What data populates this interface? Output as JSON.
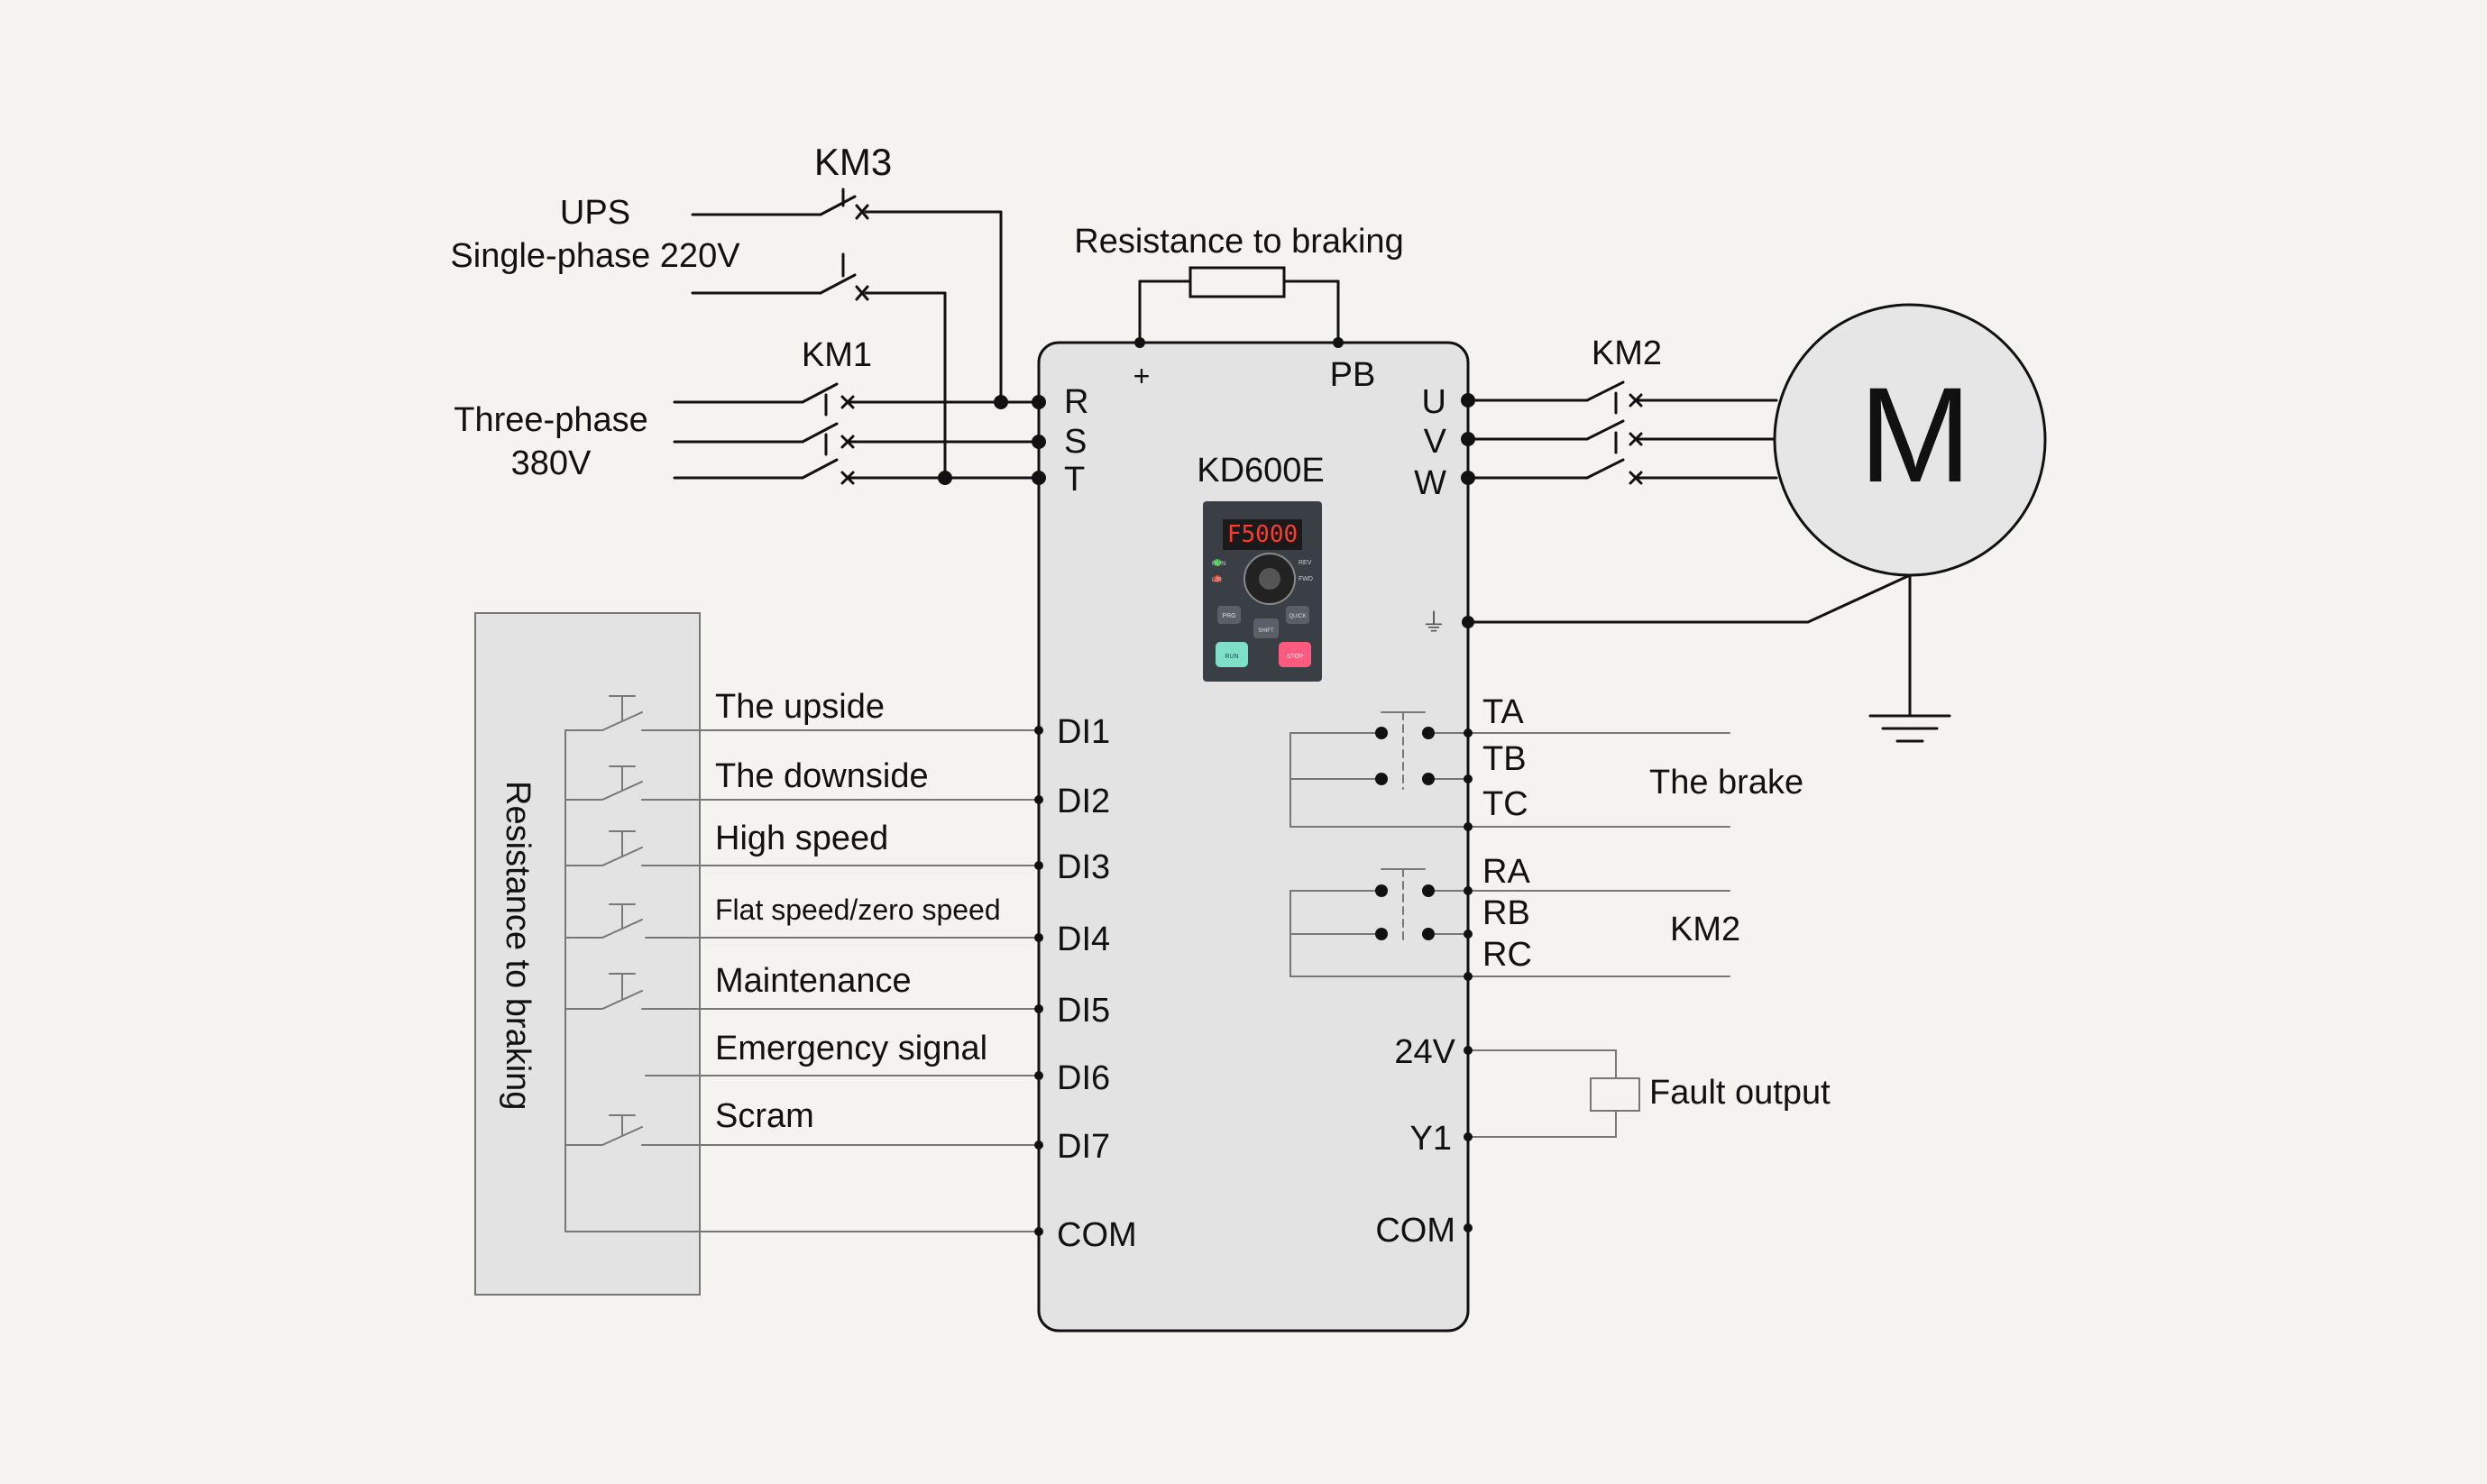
{
  "power_input": {
    "km3_label": "KM3",
    "ups_label": "UPS",
    "single_phase_label": "Single-phase 220V",
    "km1_label": "KM1",
    "three_phase_label": "Three-phase",
    "three_phase_voltage": "380V"
  },
  "braking_resistor": {
    "label": "Resistance to braking",
    "plus_terminal": "+",
    "pb_terminal": "PB"
  },
  "inverter": {
    "model": "KD600E",
    "input_terminals": [
      "R",
      "S",
      "T"
    ],
    "output_terminals": [
      "U",
      "V",
      "W"
    ],
    "keypad": {
      "display": "F5000",
      "run_led": "RUN",
      "local_led": "L/R",
      "fwd_led": "FWD",
      "rev_led": "REV",
      "prg_key": "PRG",
      "quick_key": "QUICK",
      "shift_key": "SHIFT",
      "run_key": "RUN",
      "stop_key": "STOP"
    },
    "ground_symbol": "⏚"
  },
  "output": {
    "km2_label": "KM2",
    "motor_label": "M"
  },
  "control_panel": {
    "label": "Resistance to braking"
  },
  "digital_inputs": [
    {
      "terminal": "DI1",
      "label": "The upside"
    },
    {
      "terminal": "DI2",
      "label": "The downside"
    },
    {
      "terminal": "DI3",
      "label": "High speed"
    },
    {
      "terminal": "DI4",
      "label": "Flat speed/zero speed"
    },
    {
      "terminal": "DI5",
      "label": "Maintenance"
    },
    {
      "terminal": "DI6",
      "label": "Emergency signal"
    },
    {
      "terminal": "DI7",
      "label": "Scram"
    }
  ],
  "com_left": "COM",
  "relay_ta": {
    "terminals": [
      "TA",
      "TB",
      "TC"
    ],
    "label": "The brake"
  },
  "relay_ra": {
    "terminals": [
      "RA",
      "RB",
      "RC"
    ],
    "label": "KM2"
  },
  "fault_output": {
    "terminal_24v": "24V",
    "terminal_y1": "Y1",
    "label": "Fault output"
  },
  "com_right": "COM"
}
